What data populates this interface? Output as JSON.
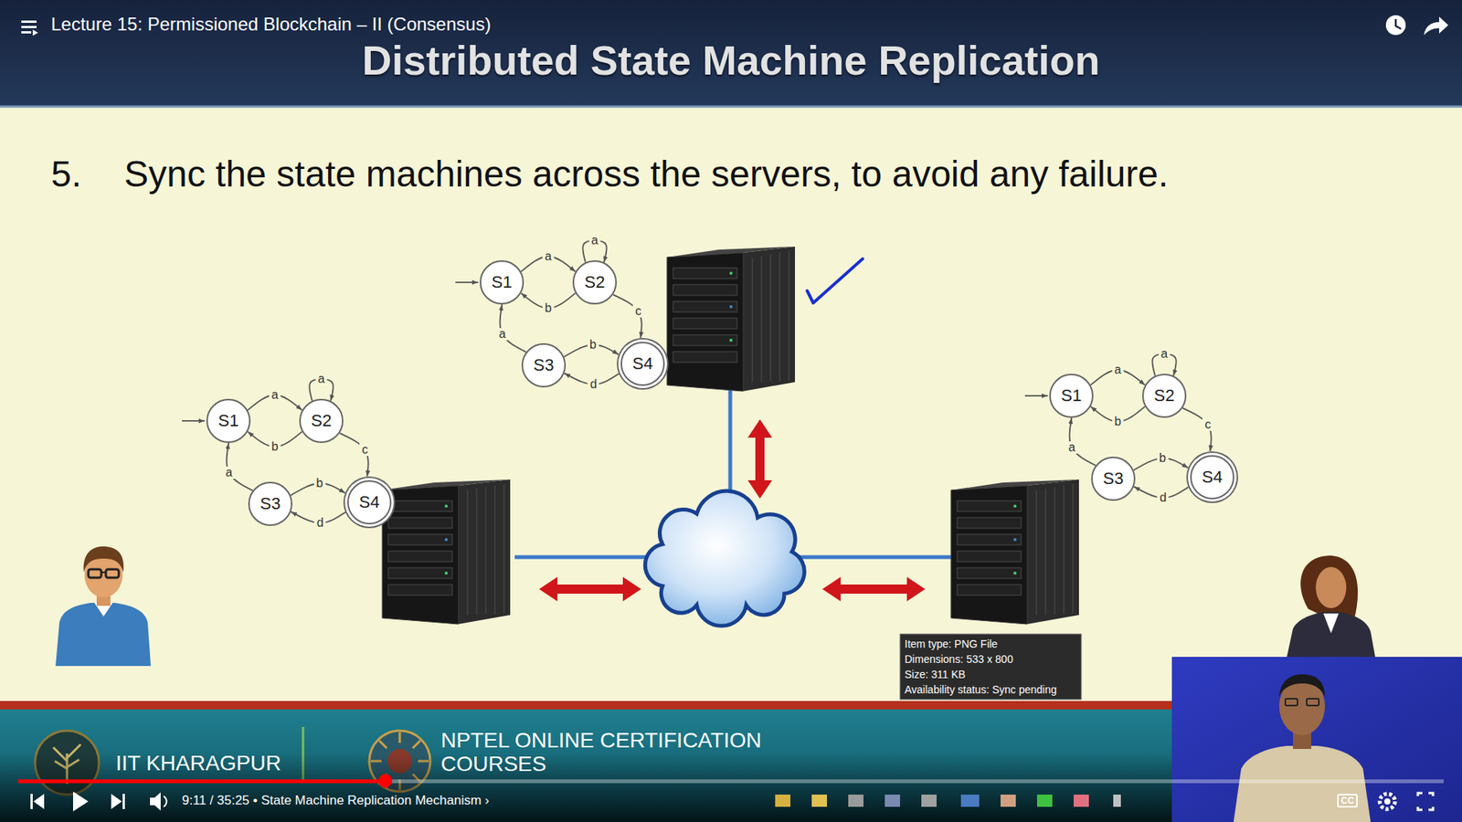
{
  "diagram": {
    "title": "Distributed State Machine Replication",
    "nodes": [
      {
        "text": [
          "S1"
        ]
      },
      {
        "text": [
          "S2"
        ]
      },
      {
        "text": [
          "S3"
        ]
      },
      {
        "text": [
          "S4"
        ]
      },
      {
        "text": [
          "S1"
        ]
      },
      {
        "text": [
          "S2"
        ]
      },
      {
        "text": [
          "S3"
        ]
      },
      {
        "text": [
          "S4"
        ]
      },
      {
        "text": [
          "S1"
        ]
      },
      {
        "text": [
          "S2"
        ]
      },
      {
        "text": [
          "S3"
        ]
      },
      {
        "text": [
          "S4"
        ]
      }
    ],
    "edges": [
      {
        "from": 0,
        "to": 1,
        "label": "a",
        "arrow": "to"
      },
      {
        "from": 1,
        "to": 0,
        "label": "b",
        "arrow": "to"
      },
      {
        "from": 1,
        "to": 1,
        "label": "a",
        "arrow": "to"
      },
      {
        "from": 1,
        "to": 3,
        "label": "c",
        "arrow": "to"
      },
      {
        "from": 2,
        "to": 3,
        "label": "b",
        "arrow": "to"
      },
      {
        "from": 3,
        "to": 2,
        "label": "d",
        "arrow": "to"
      },
      {
        "from": 2,
        "to": 0,
        "label": "a",
        "arrow": "to"
      },
      {
        "from": 4,
        "to": 5,
        "label": "a",
        "arrow": "to"
      },
      {
        "from": 5,
        "to": 4,
        "label": "b",
        "arrow": "to"
      },
      {
        "from": 5,
        "to": 5,
        "label": "a",
        "arrow": "to"
      },
      {
        "from": 5,
        "to": 7,
        "label": "c",
        "arrow": "to"
      },
      {
        "from": 6,
        "to": 7,
        "label": "b",
        "arrow": "to"
      },
      {
        "from": 7,
        "to": 6,
        "label": "d",
        "arrow": "to"
      },
      {
        "from": 6,
        "to": 4,
        "label": "a",
        "arrow": "to"
      },
      {
        "from": 8,
        "to": 9,
        "label": "a",
        "arrow": "to"
      },
      {
        "from": 9,
        "to": 8,
        "label": "b",
        "arrow": "to"
      },
      {
        "from": 9,
        "to": 9,
        "label": "a",
        "arrow": "to"
      },
      {
        "from": 9,
        "to": 11,
        "label": "c",
        "arrow": "to"
      },
      {
        "from": 10,
        "to": 11,
        "label": "b",
        "arrow": "to"
      },
      {
        "from": 11,
        "to": 10,
        "label": "d",
        "arrow": "to"
      },
      {
        "from": 10,
        "to": 8,
        "label": "a",
        "arrow": "to"
      }
    ],
    "labels": [
      "Lecture 15: Permissioned Blockchain – II (Consensus)",
      "5.",
      "Sync the state machines across the servers, to avoid any failure.",
      "IIT KHARAGPUR",
      "NPTEL ONLINE CERTIFICATION COURSES",
      "Item type: PNG File",
      "Dimensions: 533 x 800",
      "Size: 311 KB",
      "Availability status: Sync pending",
      "9:11 / 35:25 • State Machine Replication Mechanism ›",
      "CC"
    ]
  }
}
